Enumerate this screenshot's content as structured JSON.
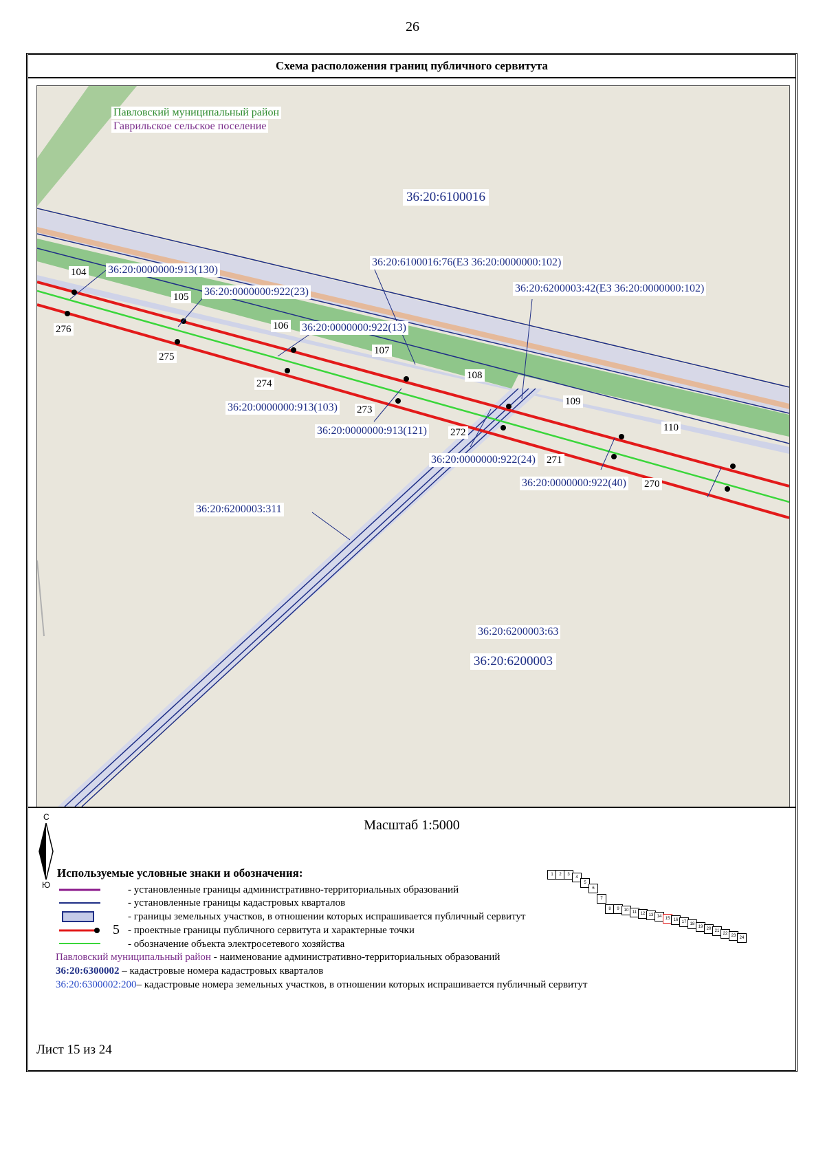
{
  "page_number": "26",
  "title": "Схема расположения границ публичного сервитута",
  "map": {
    "admin_district": "Павловский муниципальный район",
    "admin_settlement": "Гаврильское сельское поселение",
    "quarter_top": "36:20:6100016",
    "quarter_bottom": "36:20:6200003",
    "parcel_labels": [
      "36:20:0000000:913(130)",
      "36:20:0000000:922(23)",
      "36:20:0000000:922(13)",
      "36:20:6100016:76(ЕЗ 36:20:0000000:102)",
      "36:20:6200003:42(ЕЗ 36:20:0000000:102)",
      "36:20:0000000:913(103)",
      "36:20:0000000:913(121)",
      "36:20:0000000:922(24)",
      "36:20:0000000:922(40)",
      "36:20:6200003:311",
      "36:20:6200003:63"
    ],
    "points_top": [
      "104",
      "105",
      "106",
      "107",
      "108",
      "109",
      "110"
    ],
    "points_bottom": [
      "276",
      "275",
      "274",
      "273",
      "272",
      "271",
      "270"
    ]
  },
  "legend": {
    "scale": "Масштаб 1:5000",
    "north": "С",
    "south": "Ю",
    "title": "Используемые условные знаки и обозначения:",
    "items": [
      "- установленные границы административно-территориальных образований",
      "- установленные границы кадастровых кварталов",
      "- границы земельных участков, в отношении которых испрашивается публичный сервитут",
      "- проектные границы публичного сервитута и характерные точки",
      "- обозначение объекта электросетевого хозяйства"
    ],
    "point_example": "5",
    "text_admin_name": "Павловский муниципальный район",
    "text_admin_desc": " - наименование административно-территориальных образований",
    "text_quarter_number": "36:20:6300002",
    "text_quarter_desc": " – кадастровые номера кадастровых кварталов",
    "text_parcel_number": "36:20:6300002:200",
    "text_parcel_desc": "– кадастровые номера земельных участков, в отношении которых испрашивается публичный сервитут",
    "index_sheets": [
      "1",
      "2",
      "3",
      "4",
      "5",
      "6",
      "7",
      "8",
      "9",
      "10",
      "11",
      "12",
      "13",
      "14",
      "15",
      "16",
      "17",
      "18",
      "19",
      "20",
      "21",
      "22",
      "23",
      "24"
    ],
    "sheet": "Лист 15 из 24"
  },
  "colors": {
    "admin_boundary": "#8b1a8b",
    "quarter_boundary": "#1f2f86",
    "servitude": "#e31a1a",
    "power_line": "#3ad63a",
    "green_strip": "#8fc68a",
    "background": "#e9e6dc"
  }
}
